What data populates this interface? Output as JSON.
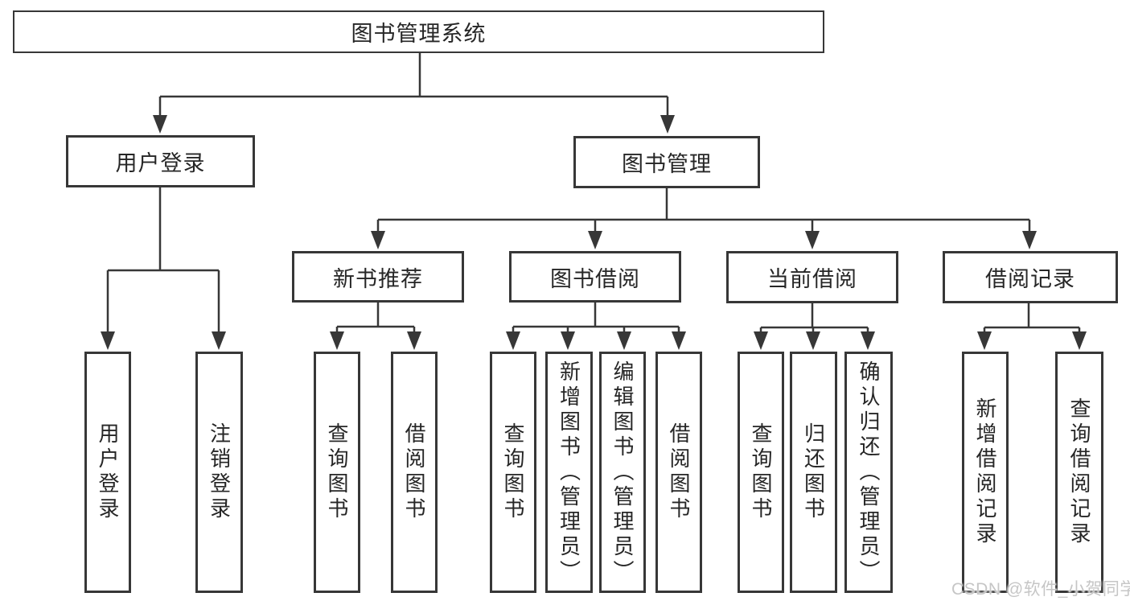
{
  "tree": {
    "root": {
      "label": "图书管理系统"
    },
    "branches": [
      {
        "label": "用户登录",
        "children": [
          {
            "label": "用户登录"
          },
          {
            "label": "注销登录"
          }
        ]
      },
      {
        "label": "图书管理",
        "children": [
          {
            "label": "新书推荐",
            "children": [
              {
                "label": "查询图书"
              },
              {
                "label": "借阅图书"
              }
            ]
          },
          {
            "label": "图书借阅",
            "children": [
              {
                "label": "查询图书"
              },
              {
                "label": "新增图书（管理员）"
              },
              {
                "label": "编辑图书（管理员）"
              },
              {
                "label": "借阅图书"
              }
            ]
          },
          {
            "label": "当前借阅",
            "children": [
              {
                "label": "查询图书"
              },
              {
                "label": "归还图书"
              },
              {
                "label": "确认归还（管理员）"
              }
            ]
          },
          {
            "label": "借阅记录",
            "children": [
              {
                "label": "新增借阅记录"
              },
              {
                "label": "查询借阅记录"
              }
            ]
          }
        ]
      }
    ]
  },
  "watermark": {
    "label": "CSDN @软件_小贺同学"
  },
  "colors": {
    "line": "#373737",
    "box_border": "#373737",
    "text": "#262626",
    "background": "#ffffff",
    "watermark": "#c6c6c6"
  }
}
